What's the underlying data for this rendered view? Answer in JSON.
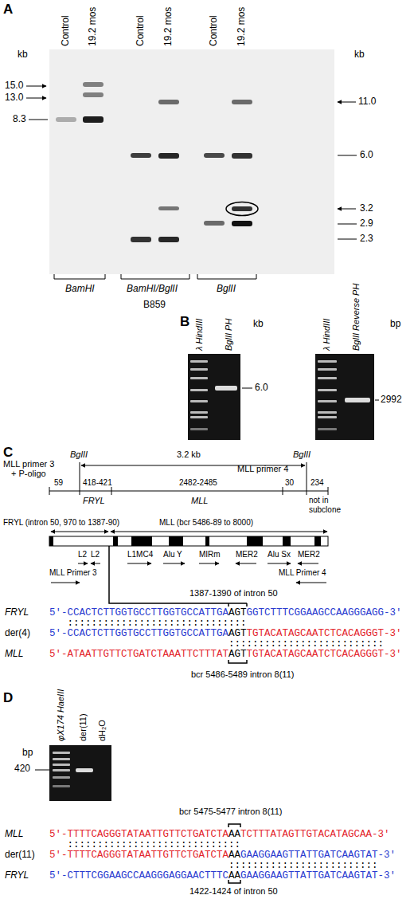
{
  "diagram": {
    "labels": [
      "A",
      "Control",
      "19.2 mos",
      "Control",
      "19.2 mos",
      "Control",
      "19.2 mos",
      "kb",
      "15.0",
      "13.0",
      "8.3",
      "kb",
      "11.0",
      "6.0",
      "3.2",
      "2.9",
      "2.3",
      "BamHI",
      "BamHI/BglII",
      "BglII",
      "B859",
      "B",
      "λ HindIII",
      "BglII PH",
      "kb",
      "6.0",
      "λ HindIII",
      "BglII Reverse PH",
      "bp",
      "2992",
      "C",
      "BglII",
      "3.2 kb",
      "BglII",
      "MLL primer 3",
      "+ P-oligo",
      "59",
      "418-421",
      "2482-2485",
      "MLL primer 4",
      "30",
      "234",
      "FRYL",
      "MLL",
      "not in subclone",
      "FRYL (intron 50, 970 to 1387-90)",
      "MLL (bcr 5486-89 to 8000)",
      "L2",
      "L2",
      "L1MC4",
      "Alu Y",
      "MIRm",
      "MER2",
      "Alu Sx",
      "MER2",
      "MLL Primer 3",
      "MLL Primer 4",
      "1387-1390 of intron 50",
      "FRYL",
      "5'-CCACTCTTGGTGCCTTGGTGCCATTGA",
      "AGT",
      "GGTCTTTCGGAAGCCAAGGGAGG-3'",
      "::::::::::::::::::::::::::::::",
      "der(4)",
      "5'-CCACTCTTGGTGCCTTGGTGCCATTGA",
      "AGT",
      "TGTACATAGCAATCTCACAGGGT-3'",
      "::::::::::::::::::::::::::",
      "MLL",
      "5'-ATAATTGTTCTGATCTAAATTCTTTAT",
      "AGT",
      "TGTACATAGCAATCTCACAGGGT-3'",
      "bcr 5486-5489 intron 8(11)",
      "D",
      "φX174 HaeIII",
      "der(11)",
      "dH₂O",
      "bp",
      "420",
      "bcr 5475-5477 intron 8(11)",
      "MLL",
      "5'-TTTTCAGGGTATAATTGTTCTGATCTA",
      "AA",
      "TCTTTATAGTTGTACATAGCAA-3'",
      ":::::::::::::::::::::::::::::",
      "der(11)",
      "5'-TTTTCAGGGTATAATTGTTCTGATCTA",
      "AA",
      "GAAGGAAGTTATTGATCAAGTAT-3'",
      ":::::::::::::::::::::::::",
      "FRYL",
      "5'-CTTTCGGAAGCCAAGGGAGGAACTTTC",
      "AA",
      "GAAGGAAGTTATTGATCAAGTAT-3'",
      "1422-1424 of intron 50"
    ]
  }
}
